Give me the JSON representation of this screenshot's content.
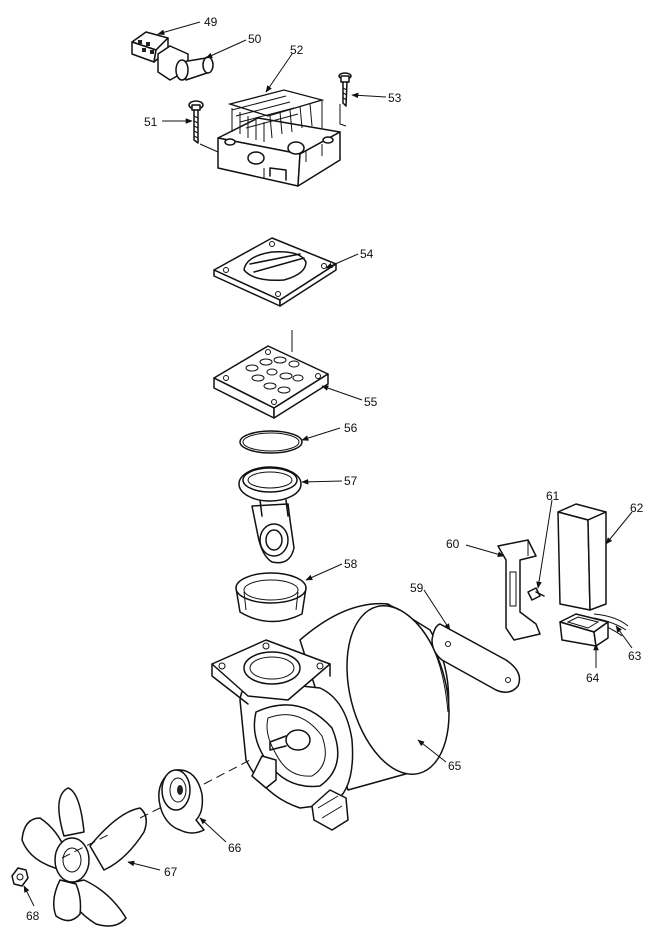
{
  "callouts": [
    {
      "id": "49",
      "label": "49"
    },
    {
      "id": "50",
      "label": "50"
    },
    {
      "id": "51",
      "label": "51"
    },
    {
      "id": "52",
      "label": "52"
    },
    {
      "id": "53",
      "label": "53"
    },
    {
      "id": "54",
      "label": "54"
    },
    {
      "id": "55",
      "label": "55"
    },
    {
      "id": "56",
      "label": "56"
    },
    {
      "id": "57",
      "label": "57"
    },
    {
      "id": "58",
      "label": "58"
    },
    {
      "id": "59",
      "label": "59"
    },
    {
      "id": "60",
      "label": "60"
    },
    {
      "id": "61",
      "label": "61"
    },
    {
      "id": "62",
      "label": "62"
    },
    {
      "id": "63",
      "label": "63"
    },
    {
      "id": "64",
      "label": "64"
    },
    {
      "id": "65",
      "label": "65"
    },
    {
      "id": "66",
      "label": "66"
    },
    {
      "id": "67",
      "label": "67"
    },
    {
      "id": "68",
      "label": "68"
    }
  ]
}
